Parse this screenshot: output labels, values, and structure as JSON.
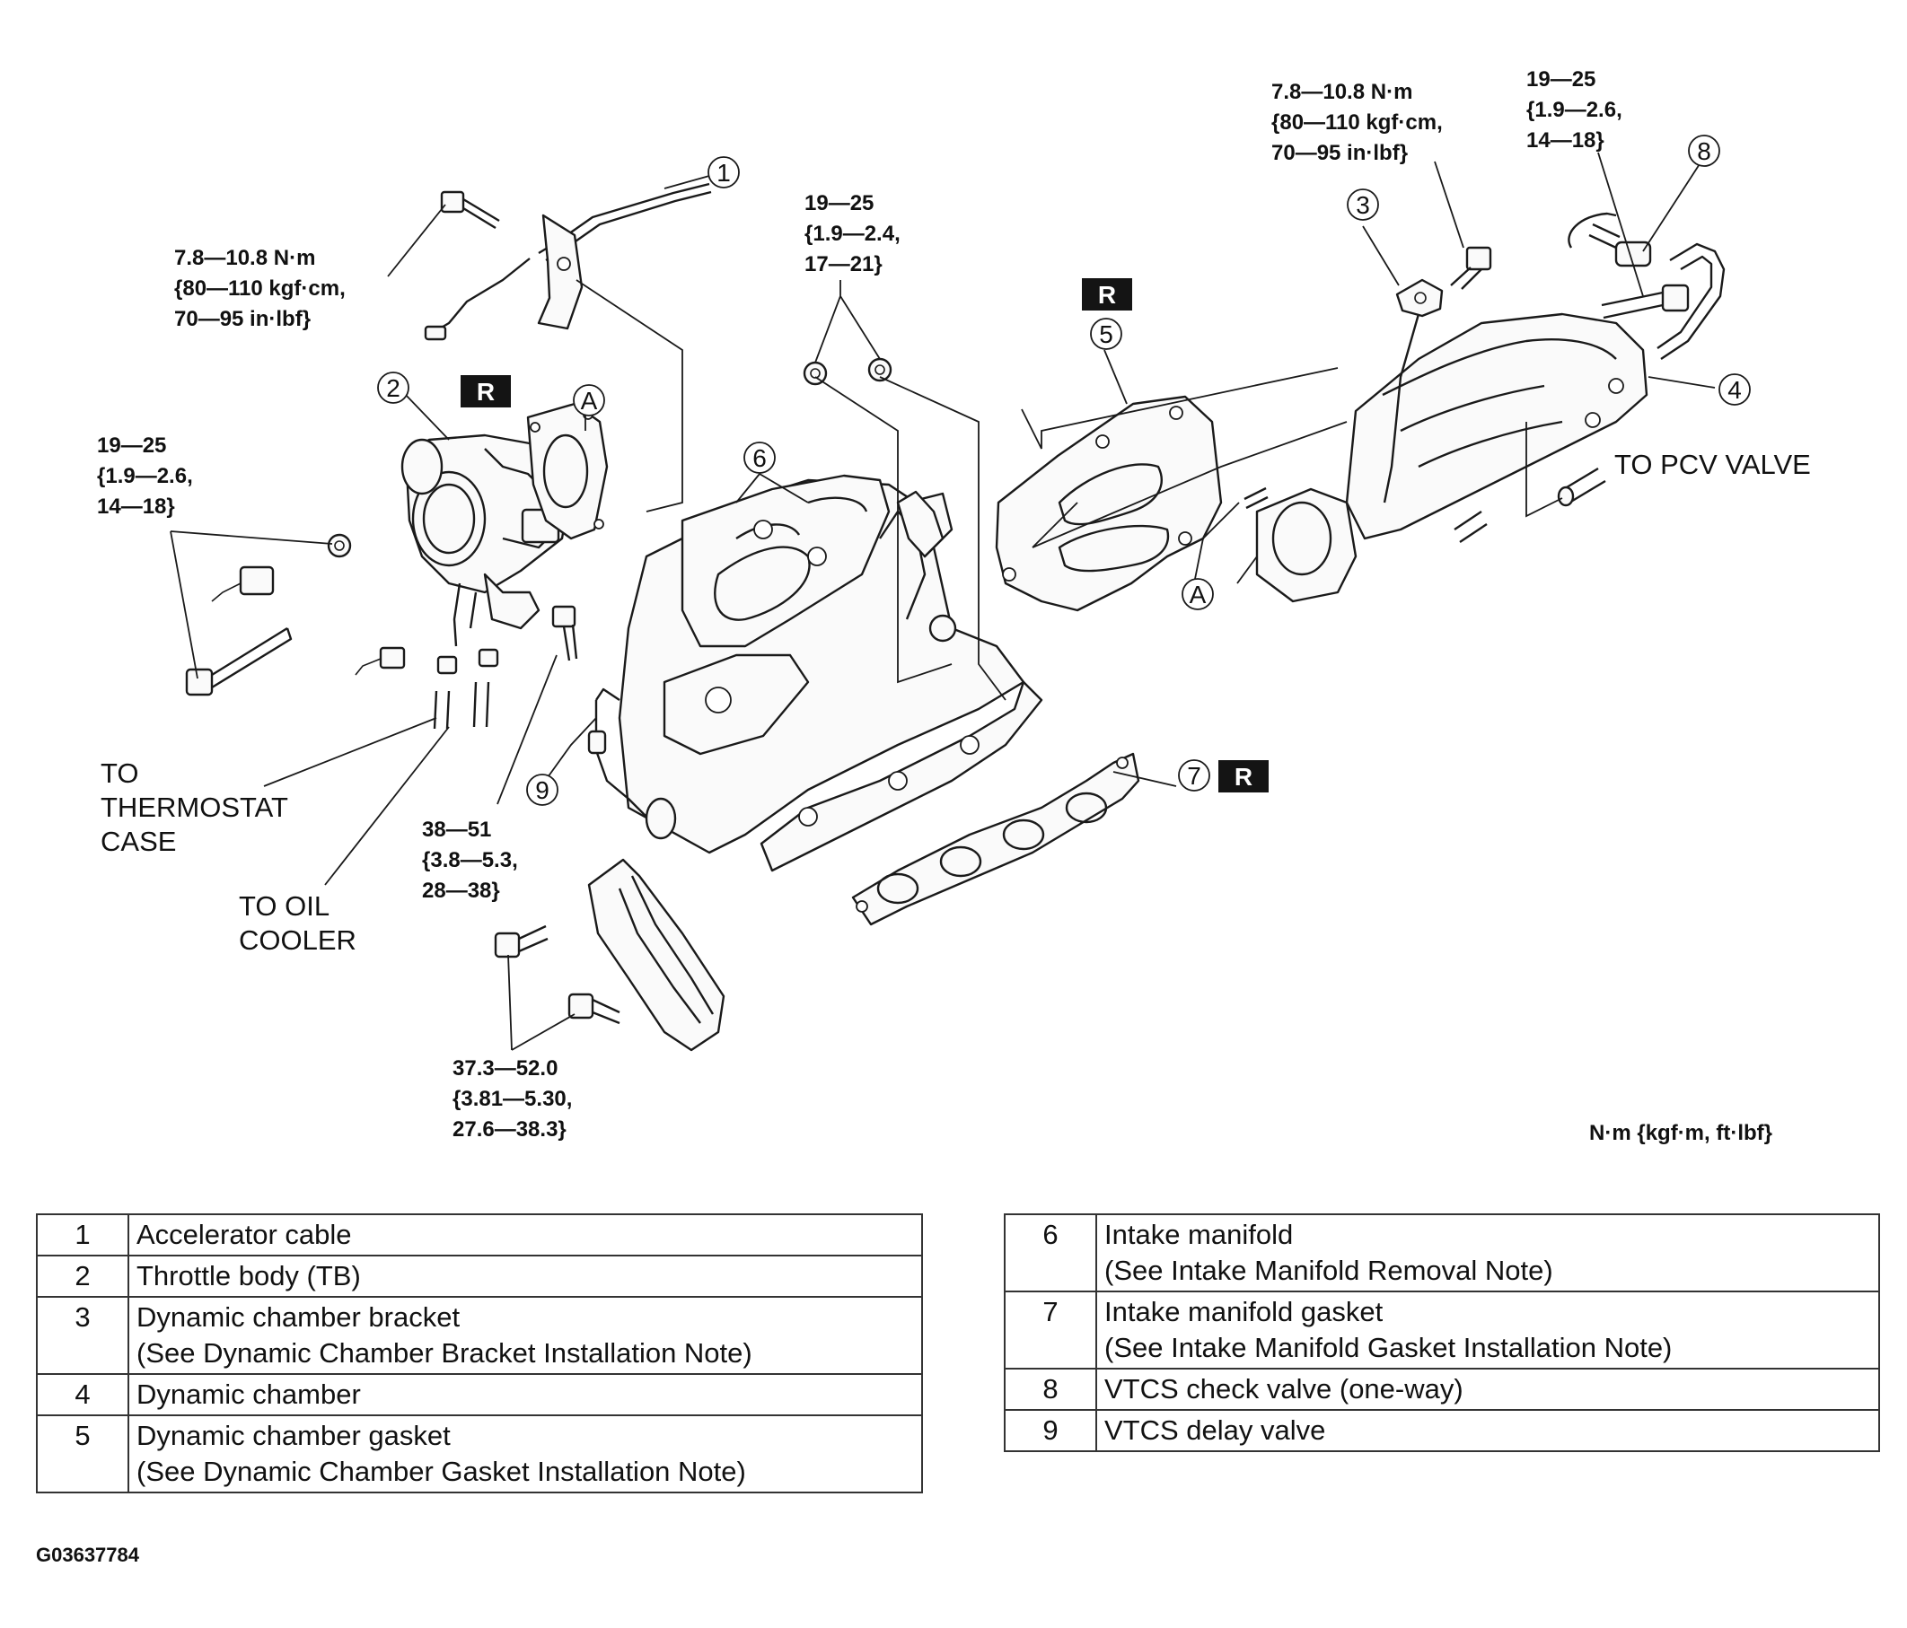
{
  "callouts": {
    "c1": "1",
    "c2": "2",
    "c3": "3",
    "c4": "4",
    "c5": "5",
    "c6": "6",
    "c7": "7",
    "c8": "8",
    "c9": "9",
    "a": "A"
  },
  "r_mark": "R",
  "torque_specs": {
    "accel_bolt": [
      "7.8—10.8 N·m",
      "{80—110 kgf·cm,",
      "70—95 in·lbf}"
    ],
    "tb_nuts": [
      "19—25",
      "{1.9—2.6,",
      "14—18}"
    ],
    "manifold_nuts": [
      "19—25",
      "{1.9—2.4,",
      "17—21}"
    ],
    "chamber_bracket_bolt": [
      "7.8—10.8 N·m",
      "{80—110 kgf·cm,",
      "70—95 in·lbf}"
    ],
    "chamber_bolt": [
      "19—25",
      "{1.9—2.6,",
      "14—18}"
    ],
    "manifold_bolt": [
      "38—51",
      "{3.8—5.3,",
      "28—38}"
    ],
    "bracket_bolts": [
      "37.3—52.0",
      "{3.81—5.30,",
      "27.6—38.3}"
    ]
  },
  "destinations": {
    "thermostat": [
      "TO",
      "THERMOSTAT",
      "CASE"
    ],
    "oil_cooler": [
      "TO OIL",
      "COOLER"
    ],
    "pcv": "TO PCV VALVE"
  },
  "units_note": "N·m {kgf·m, ft·lbf}",
  "legend_left": [
    {
      "num": "1",
      "name": "Accelerator cable",
      "note": ""
    },
    {
      "num": "2",
      "name": "Throttle body (TB)",
      "note": ""
    },
    {
      "num": "3",
      "name": "Dynamic chamber bracket",
      "note": "(See Dynamic Chamber Bracket Installation Note)"
    },
    {
      "num": "4",
      "name": "Dynamic chamber",
      "note": ""
    },
    {
      "num": "5",
      "name": "Dynamic chamber gasket",
      "note": "(See Dynamic Chamber Gasket Installation Note)"
    }
  ],
  "legend_right": [
    {
      "num": "6",
      "name": "Intake manifold",
      "note": "(See Intake Manifold Removal Note)"
    },
    {
      "num": "7",
      "name": "Intake manifold gasket",
      "note": "(See Intake Manifold Gasket Installation Note)"
    },
    {
      "num": "8",
      "name": "VTCS check valve (one-way)",
      "note": ""
    },
    {
      "num": "9",
      "name": "VTCS delay valve",
      "note": ""
    }
  ],
  "figure_id": "G03637784"
}
